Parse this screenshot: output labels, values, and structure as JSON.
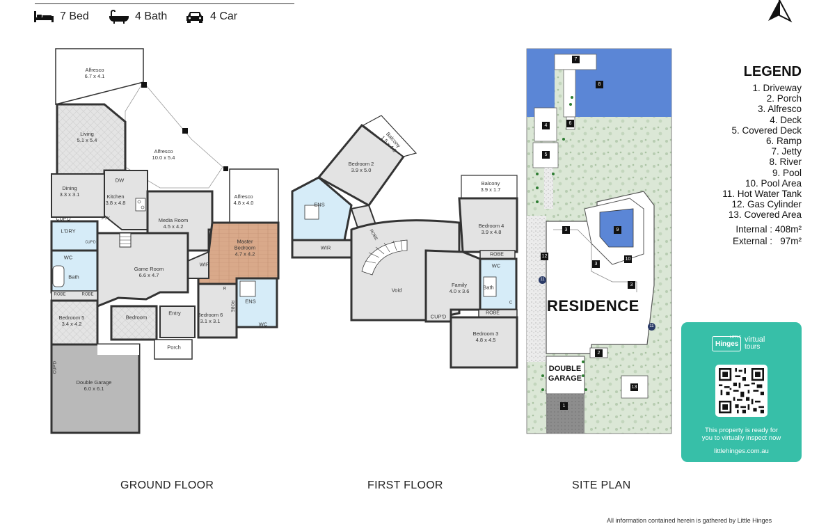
{
  "stats": {
    "bed": "7 Bed",
    "bath": "4 Bath",
    "car": "4 Car"
  },
  "floors": {
    "ground": "GROUND FLOOR",
    "first": "FIRST FLOOR",
    "site": "SITE PLAN"
  },
  "ground_rooms": {
    "alfresco1": "Alfresco\n6.7 x 4.1",
    "living": "Living\n5.1 x 5.4",
    "alfresco2": "Alfresco\n10.0 x 5.4",
    "dining": "Dining\n3.3 x 3.1",
    "kitchen": "Kitchen\n3.8 x 4.8",
    "dw": "DW",
    "pty": "PTY",
    "media": "Media Room\n4.5 x 4.2",
    "alfresco3": "Alfresco\n4.8 x 4.0",
    "cupd1": "CUP'D",
    "ldry": "L'DRY",
    "cupd2": "CUP'D",
    "master": "Master\nBedroom\n4.7 x 4.2",
    "wc": "WC",
    "wir": "WIR",
    "game": "Game Room\n6.6 x 4.7",
    "bath": "Bath",
    "robe1": "ROBE",
    "robe2": "ROBE",
    "ens": "ENS",
    "r": "R",
    "bed5": "Bedroom 5\n3.4 x 4.2",
    "bedroom": "Bedroom",
    "entry": "Entry",
    "bed6": "Bedroom 6\n3.1 x 3.1",
    "robe3": "ROBE",
    "wc2": "WC",
    "porch": "Porch",
    "cupd3": "CUP'D",
    "garage": "Double Garage\n6.0 x 6.1"
  },
  "first_rooms": {
    "balcony1": "Balcony\n1.5 x 4.0",
    "bed2": "Bedroom 2\n3.9 x 5.0",
    "ens": "ENS",
    "robe1": "ROBE",
    "wir": "WIR",
    "balcony2": "Balcony\n3.9 x 1.7",
    "bed4": "Bedroom 4\n3.9 x 4.8",
    "robe2": "ROBE",
    "wc": "WC",
    "void": "Void",
    "bath": "Bath",
    "family": "Family\n4.0 x 3.6",
    "c": "C",
    "cupd": "CUP'D",
    "robe3": "ROBE",
    "bed3": "Bedroom 3\n4.8 x 4.5"
  },
  "site": {
    "residence": "RESIDENCE",
    "garage": "DOUBLE\nGARAGE",
    "numbers": [
      "7",
      "8",
      "4",
      "6",
      "5",
      "3",
      "9",
      "12",
      "3",
      "10",
      "11",
      "3",
      "11",
      "2",
      "13",
      "1"
    ]
  },
  "legend": {
    "title": "LEGEND",
    "items": [
      "1. Driveway",
      "2. Porch",
      "3. Alfresco",
      "4. Deck",
      "5. Covered Deck",
      "6. Ramp",
      "7. Jetty",
      "8. River",
      "9. Pool",
      "10. Pool Area",
      "11. Hot Water Tank",
      "12. Gas Cylinder",
      "13. Covered Area"
    ],
    "internal_label": "Internal",
    "internal_value": ": 408m²",
    "external_label": "External",
    "external_value": ":   97m²"
  },
  "badge": {
    "brand_small": "LITTLE",
    "brand": "Hinges",
    "product1": "virtual",
    "product2": "tours",
    "message": "This property is ready for\nyou to virtually inspect now",
    "url": "littlehinges.com.au"
  },
  "footer": "All information contained herein is gathered by Little Hinges",
  "colors": {
    "wall": "#333333",
    "floor": "#e3e3e3",
    "wet": "#d6ecf8",
    "timber": "#d9a98a",
    "garage": "#b9b9b9",
    "river": "#5b86d6",
    "lawn": "#dbe7d6",
    "badge": "#37bfa8"
  }
}
